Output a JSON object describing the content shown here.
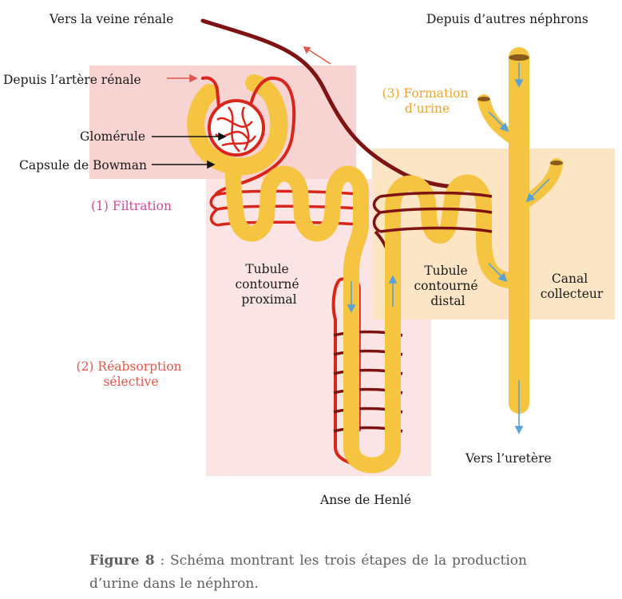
{
  "labels": {
    "vein": "Vers la veine rénale",
    "artery": "Depuis l’artère rénale",
    "glomerulus": "Glomérule",
    "bowman": "Capsule de Bowman",
    "other_nephrons": "Depuis d’autres néphrons",
    "proximal": [
      "Tubule",
      "contourné",
      "proximal"
    ],
    "distal": [
      "Tubule",
      "contourné",
      "distal"
    ],
    "collecting": [
      "Canal",
      "collecteur"
    ],
    "ureter": "Vers l’uretère",
    "henle": "Anse de Henlé"
  },
  "steps": {
    "filtration": "(1) Filtration",
    "reabsorption": [
      "(2) Réabsorption",
      "sélective"
    ],
    "urine": [
      "(3) Formation",
      "d’urine"
    ]
  },
  "caption": {
    "label": "Figure 8",
    "text": " : Schéma montrant les trois étapes de la production d’urine dans le néphron."
  },
  "colors": {
    "tubule": "#f5c542",
    "vessel_red": "#d8261c",
    "vessel_dark": "#7d1313",
    "zone_filtration": "#f7d4d2",
    "zone_reabsorption": "#fbe4e4",
    "zone_urine": "#fbe5c4",
    "flow_arrow": "#5aa1d6",
    "step1": "#d0499a",
    "step2": "#e0554a",
    "step3": "#eba52e"
  }
}
